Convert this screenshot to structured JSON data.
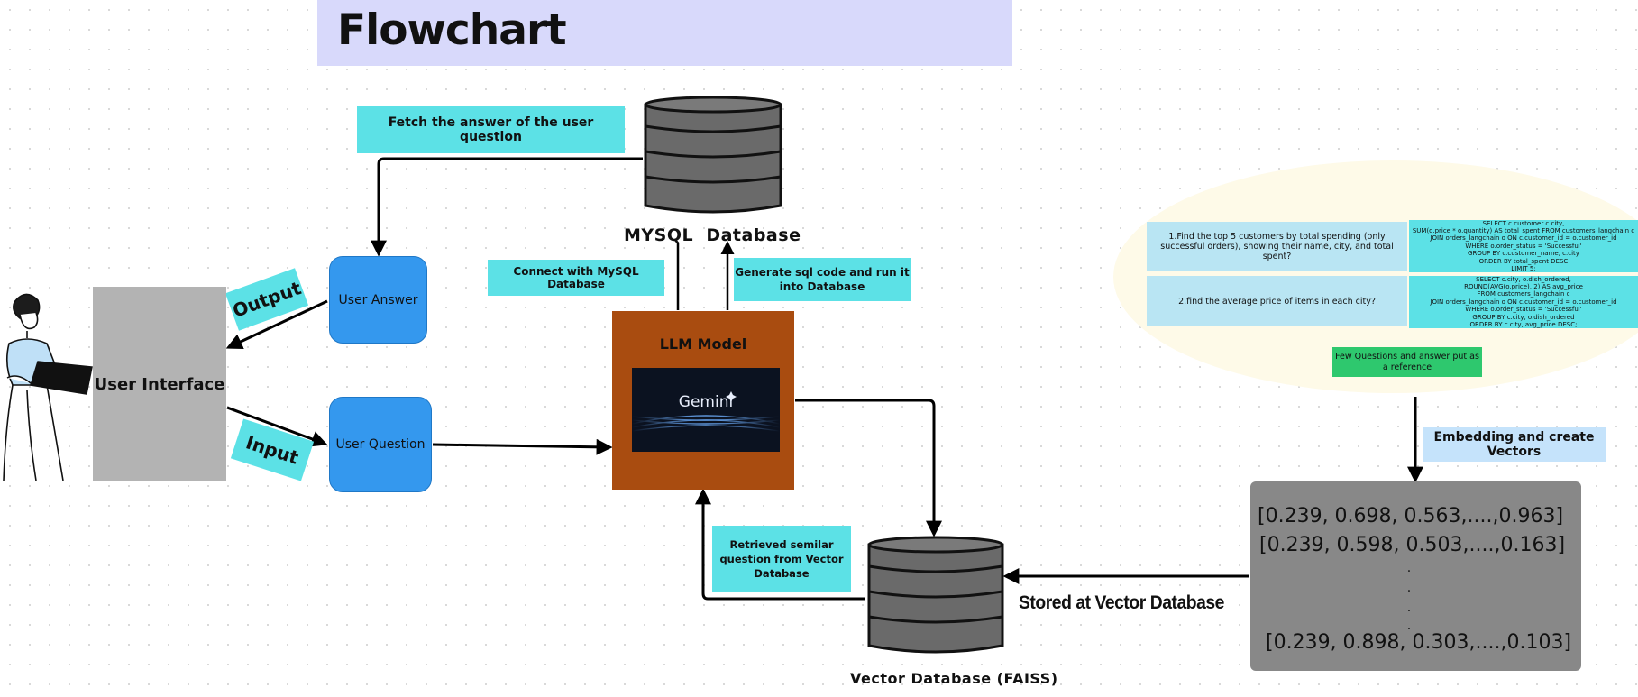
{
  "title": "Flowchart",
  "labels": {
    "fetch": "Fetch the answer of the user question",
    "connect": "Connect with MySQL Database",
    "generate": "Generate sql code and run it into Database",
    "retrieved": "Retrieved semilar question from Vector Database",
    "output": "Output",
    "input": "Input",
    "user_answer": "User Answer",
    "user_question": "User Question",
    "user_interface": "User Interface",
    "llm_model": "LLM Model",
    "gemini": "Gemini",
    "mysql_db": "MYSQL  Database",
    "vector_db": "Vector Database (FAISS)",
    "stored": "Stored at Vector Database",
    "few_questions": "Few Questions and answer put as a reference",
    "embedding": "Embedding and create Vectors"
  },
  "qa_pairs": [
    {
      "question": "1.Find the top 5 customers by total spending (only successful orders), showing their name, city, and total spent?",
      "answer": "SELECT c.customer c.city,\nSUM(o.price * o.quantity) AS total_spent FROM customers_langchain c\nJOIN orders_langchain o   ON c.customer_id = o.customer_id\nWHERE o.order_status = 'Successful'\nGROUP BY c.customer_name, c.city\nORDER BY total_spent DESC\nLIMIT 5;"
    },
    {
      "question": "2.find the average price of items in each city?",
      "answer": "SELECT c.city, o.dish_ordered,\nROUND(AVG(o.price), 2) AS avg_price\nFROM customers_langchain c\nJOIN orders_langchain o ON c.customer_id = o.customer_id\nWHERE o.order_status = 'Successful'\nGROUP BY c.city, o.dish_ordered\nORDER BY c.city, avg_price DESC;"
    }
  ],
  "vectors": {
    "first": "[0.239, 0.698, 0.563,....,0.963]",
    "second": "[0.239, 0.598, 0.503,....,0.163]",
    "ellipsis": ".",
    "last": "[0.239, 0.898, 0.303,....,0.103]"
  },
  "colors": {
    "cyan_label": "#5ce1e6",
    "user_box": "#3498ee",
    "llm_box": "#a94c10",
    "title_bar": "#d8d9fb",
    "ui_box": "#b3b3b3",
    "vector_box": "#888888",
    "few_questions": "#2ec86e",
    "embedding": "#c5e3fb"
  },
  "icons": [
    "database-icon",
    "person-with-laptop-illustration",
    "gemini-logo"
  ]
}
